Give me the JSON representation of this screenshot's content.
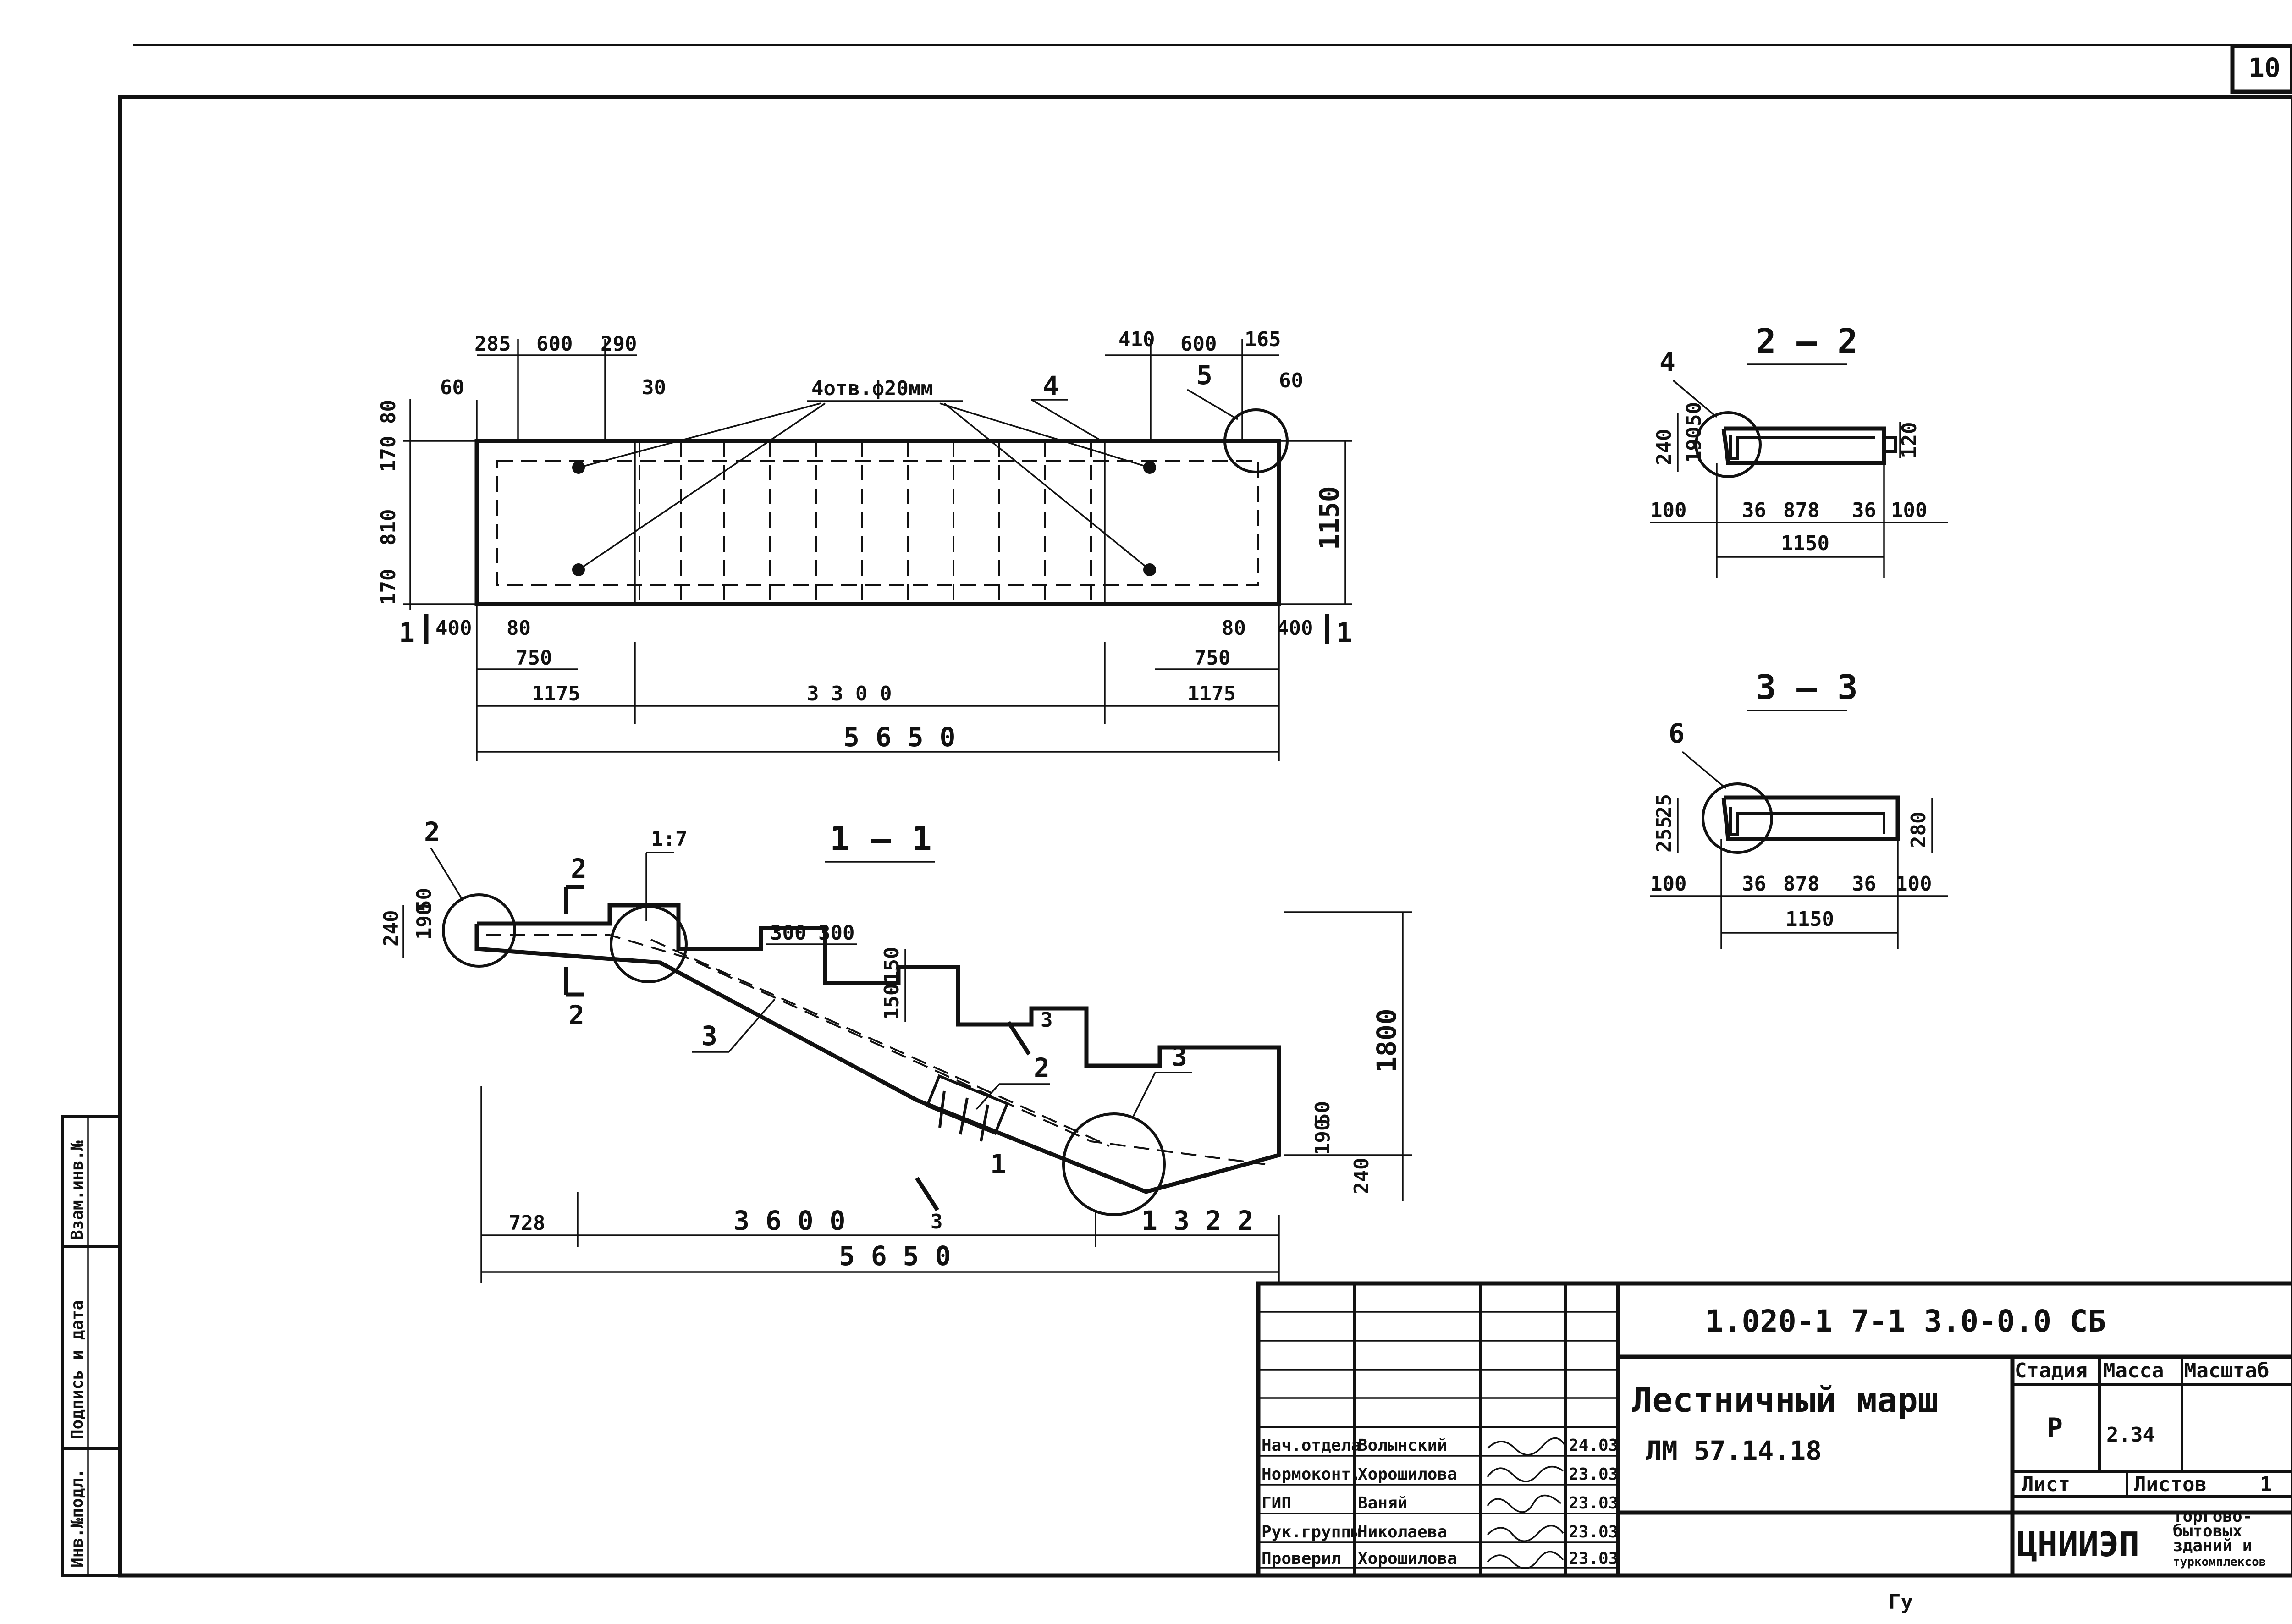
{
  "sheet": {
    "page_number": "10",
    "bottom_note": "Гу"
  },
  "side_stamp": {
    "inv_no": "Инв.№подл.",
    "sign_date": "Подпись и дата",
    "vzam_inv": "Взам.инв.№"
  },
  "plan_view": {
    "holes_label": "4отв.ф20мм",
    "callout_4": "4",
    "callout_5": "5",
    "section_mark_left": "1",
    "section_mark_right": "1",
    "dims": {
      "d285": "285",
      "d600a": "600",
      "d290": "290",
      "d60a": "60",
      "d30": "30",
      "d410": "410",
      "d600b": "600",
      "d165": "165",
      "d60b": "60",
      "d80top": "80",
      "d170a": "170",
      "d810": "810",
      "d170b": "170",
      "d1150": "1150",
      "d400a": "400",
      "d80a": "80",
      "d80b": "80",
      "d400b": "400",
      "d750a": "750",
      "d750b": "750",
      "d1175a": "1175",
      "d3300": "3 3 0 0",
      "d1175b": "1175",
      "d5650": "5 6 5 0"
    }
  },
  "section_1_1": {
    "title": "1 — 1",
    "slope": "1:7",
    "callout_2a": "2",
    "callout_2b": "2",
    "callout_3a": "3",
    "callout_3b": "3",
    "callout_1": "1",
    "mark_2_top": "2",
    "mark_2_bottom": "2",
    "mark_3_top": "3",
    "mark_3_bottom": "3",
    "dims": {
      "d240": "240",
      "d190": "190",
      "d50": "50",
      "d300a": "300",
      "d300b": "300",
      "d150a": "150",
      "d150b": "150",
      "d1800": "1800",
      "d190b": "190",
      "d50b": "50",
      "d240b": "240",
      "d728": "728",
      "d3600": "3 6 0 0",
      "d1322": "1 3 2 2",
      "d5650": "5 6 5 0"
    }
  },
  "section_2_2": {
    "title": "2 — 2",
    "callout": "4",
    "dims": {
      "d240": "240",
      "d190": "190",
      "d50": "50",
      "d120": "120",
      "d100a": "100",
      "d36a": "36",
      "d878": "878",
      "d36b": "36",
      "d100b": "100",
      "d1150": "1150"
    }
  },
  "section_3_3": {
    "title": "3 — 3",
    "callout": "6",
    "dims": {
      "d255": "255",
      "d25": "25",
      "d280": "280",
      "d100a": "100",
      "d36a": "36",
      "d878": "878",
      "d36b": "36",
      "d100b": "100",
      "d1150": "1150"
    }
  },
  "title_block": {
    "code": "1.020-1  7-1  3.0-0.0 СБ",
    "name_line1": "Лестничный  марш",
    "name_line2": "ЛМ 57.14.18",
    "stage_label": "Стадия",
    "mass_label": "Масса",
    "scale_label": "Масштаб",
    "stage_value": "Р",
    "mass_value": "2.34",
    "sheet_label": "Лист",
    "sheets_label": "Листов",
    "sheets_value": "1",
    "org": "ЦНИИЭП",
    "org_sub": [
      "торгово-",
      "бытовых",
      "зданий и",
      "туркомплексов"
    ],
    "signatures": [
      {
        "role": "Нач.отдела",
        "name": "Волынский",
        "date": "24.03"
      },
      {
        "role": "Нормоконт.",
        "name": "Хорошилова",
        "date": "23.03"
      },
      {
        "role": "ГИП",
        "name": "Ваняй",
        "date": "23.03"
      },
      {
        "role": "Рук.группы",
        "name": "Николаева",
        "date": "23.03"
      },
      {
        "role": "Проверил",
        "name": "Хорошилова",
        "date": "23.03"
      }
    ]
  }
}
